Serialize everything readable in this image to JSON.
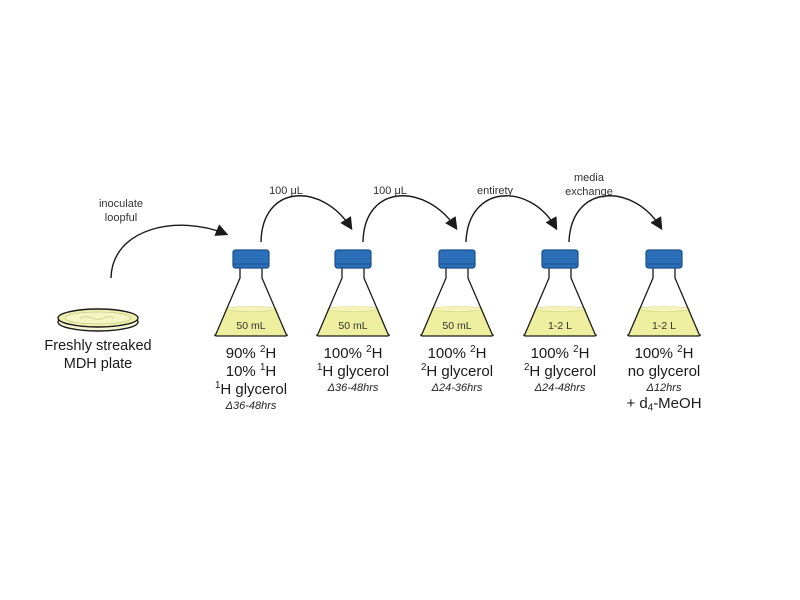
{
  "plate": {
    "line1": "Freshly streaked",
    "line2": "MDH plate"
  },
  "arrows": [
    {
      "line1": "inoculate",
      "line2": "loopful"
    },
    {
      "line1": "100 μL",
      "line2": ""
    },
    {
      "line1": "100 μL",
      "line2": ""
    },
    {
      "line1": "entirety",
      "line2": ""
    },
    {
      "line1": "media",
      "line2": "exchange"
    }
  ],
  "flasks": [
    {
      "volume": "50 mL",
      "lines": [
        {
          "pre": "90% ",
          "sup": "2",
          "post": "H"
        },
        {
          "pre": "10% ",
          "sup": "1",
          "post": "H"
        },
        {
          "pre": "",
          "sup": "1",
          "post": "H glycerol"
        }
      ],
      "time": "Δ36-48hrs",
      "extra": ""
    },
    {
      "volume": "50 mL",
      "lines": [
        {
          "pre": "100% ",
          "sup": "2",
          "post": "H"
        },
        {
          "pre": "",
          "sup": "1",
          "post": "H glycerol"
        }
      ],
      "time": "Δ36-48hrs",
      "extra": ""
    },
    {
      "volume": "50 mL",
      "lines": [
        {
          "pre": "100% ",
          "sup": "2",
          "post": "H"
        },
        {
          "pre": "",
          "sup": "2",
          "post": "H glycerol"
        }
      ],
      "time": "Δ24-36hrs",
      "extra": ""
    },
    {
      "volume": "1-2 L",
      "lines": [
        {
          "pre": "100% ",
          "sup": "2",
          "post": "H"
        },
        {
          "pre": "",
          "sup": "2",
          "post": "H glycerol"
        }
      ],
      "time": "Δ24-48hrs",
      "extra": ""
    },
    {
      "volume": "1-2 L",
      "lines": [
        {
          "pre": "100% ",
          "sup": "2",
          "post": "H"
        },
        {
          "pre": "no glycerol",
          "sup": "",
          "post": ""
        }
      ],
      "time": "Δ12hrs",
      "extra": {
        "pre": "+ d",
        "sub": "4",
        "post": "-MeOH"
      }
    }
  ],
  "colors": {
    "cap": "#2a6fb8",
    "cap_dark": "#1d4f8a",
    "liquid": "#eeee9f",
    "plate_fill": "#eef0b0",
    "outline": "#1a1a1a"
  }
}
